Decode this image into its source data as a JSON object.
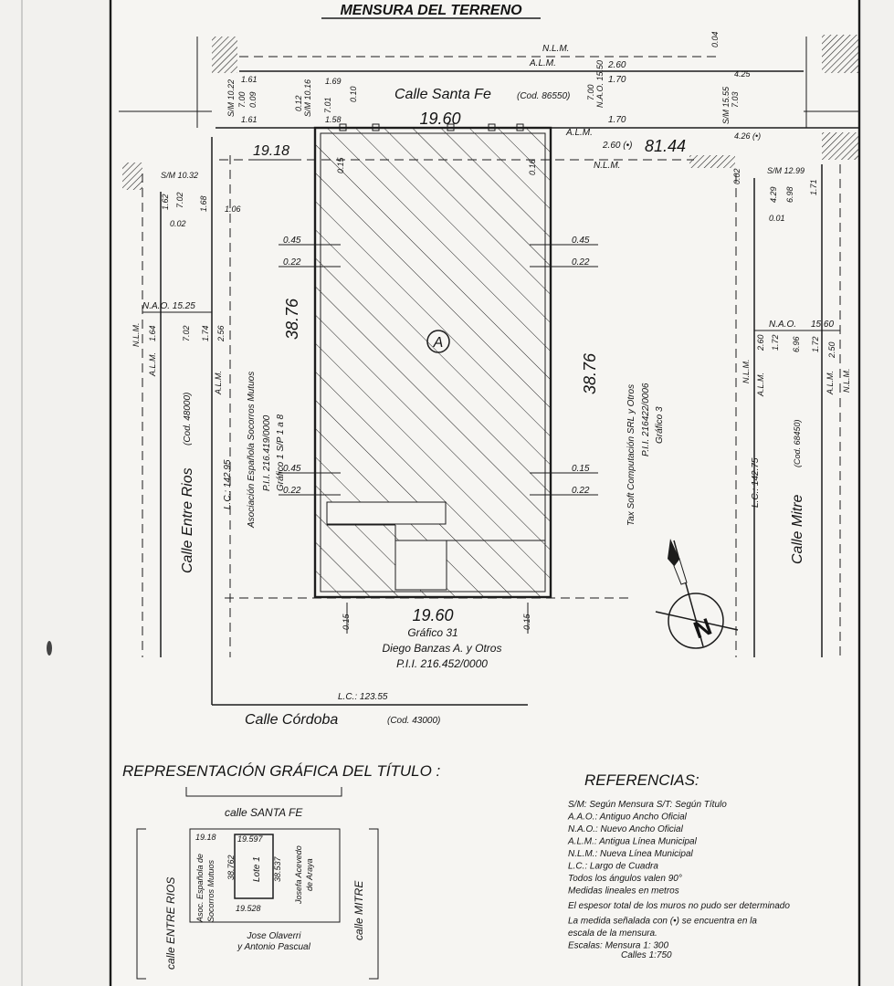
{
  "title": "MENSURA DEL TERRENO",
  "streets": {
    "santa_fe": "Calle Santa Fe",
    "santa_fe_code": "(Cod. 86550)",
    "entre_rios": "Calle Entre Rios",
    "entre_rios_code": "(Cod. 48000)",
    "mitre": "Calle Mitre",
    "mitre_code": "(Cod. 68450)",
    "cordoba": "Calle Córdoba",
    "cordoba_code": "(Cod. 43000)"
  },
  "codes": {
    "nlm": "N.L.M.",
    "alm": "A.L.M.",
    "nao": "N.A.O.",
    "nao_entre_rios": "N.A.O. 15.25",
    "nao_mitre": "N.A.O.",
    "nao_mitre_val": "15.60",
    "sm_1022": "S/M 10.22",
    "sm_1016": "S/M 10.16",
    "sm_1032": "S/M 10.32",
    "sm_1555": "S/M 15.55",
    "sm_1299": "S/M 12.99",
    "nao_1550": "N.A.O. 15.50",
    "lc_left": "L.C.: 142.95",
    "lc_right": "L.C.: 142.75",
    "lc_bottom": "L.C.: 123.55"
  },
  "dims": {
    "top_width": "19.60",
    "bottom_width": "19.60",
    "left_corner": "19.18",
    "right_total": "81.44",
    "right_total_prefix": "2.60 (•)",
    "depth_left": "38.76",
    "depth_right": "38.76",
    "v_0_45": "0.45",
    "v_0_22": "0.22",
    "v_0_15": "0.15",
    "v_0_16": "0.16",
    "v_2_60": "2.60",
    "v_1_70": "1.70",
    "v_4_25": "4.25",
    "v_4_26": "4.26 (•)",
    "v_0_04": "0.04",
    "v_7_00": "7.00",
    "v_7_03": "7.03",
    "v_1_61": "1.61",
    "v_1_69": "1.69",
    "v_1_58": "1.58",
    "v_0_09": "0.09",
    "v_0_12": "0.12",
    "v_7_01": "7.01",
    "v_0_10": "0.10",
    "v_1_62": "1.62",
    "v_7_02": "7.02",
    "v_0_02": "0.02",
    "v_1_68": "1.68",
    "v_1_06": "1.06",
    "v_1_64": "1.64",
    "v_1_74": "1.74",
    "v_2_56": "2.56",
    "v_4_29": "4.29",
    "v_6_98": "6.98",
    "v_1_71": "1.71",
    "v_0_01": "0.01",
    "v_1_72": "1.72",
    "v_6_96": "6.96",
    "v_2_50": "2.50"
  },
  "lot_label": "A",
  "neighbors": {
    "left_1": "Asociación Española Socorros Mutuos",
    "left_2": "P.I.I. 216.419/0000",
    "left_3": "Gráfico 1 S/P 1 a 8",
    "right_1": "Tax Soft Computación SRL y Otros",
    "right_2": "P.I.I. 216422/0006",
    "right_3": "Gráfico 3",
    "bottom_1": "Gráfico 31",
    "bottom_2": "Diego Banzas A. y Otros",
    "bottom_3": "P.I.I. 216.452/0000"
  },
  "title_section": {
    "heading": "REPRESENTACIÓN GRÁFICA DEL TÍTULO :",
    "top_street": "calle SANTA FE",
    "left_street": "calle ENTRE RIOS",
    "right_street": "calle MITRE",
    "d_1918": "19.18",
    "d_19597": "19.597",
    "d_38762": "38.762",
    "d_38537": "38.537",
    "d_19528": "19.528",
    "lote": "Lote 1",
    "left_owner_1": "Asoc. Española de",
    "left_owner_2": "Socorros Mutuos",
    "right_owner_1": "Josefa Acevedo",
    "right_owner_2": "de Araya",
    "bottom_owner_1": "Jose Olaverri",
    "bottom_owner_2": "y Antonio Pascual"
  },
  "references": {
    "heading": "REFERENCIAS:",
    "lines": [
      "S/M: Según Mensura  S/T: Según Título",
      "A.A.O.: Antiguo Ancho Oficial",
      "N.A.O.: Nuevo Ancho Oficial",
      "A.L.M.: Antigua Línea Municipal",
      "N.L.M.: Nueva Línea Municipal",
      "L.C.: Largo de Cuadra",
      "Todos los ángulos valen 90°",
      "Medidas lineales en metros",
      "El espesor total de los muros no pudo ser determinado",
      "La medida señalada con (•) se encuentra en la",
      "escala de la mensura.",
      "Escalas: Mensura  1: 300",
      "Calles    1:750"
    ]
  },
  "north_label": "N"
}
